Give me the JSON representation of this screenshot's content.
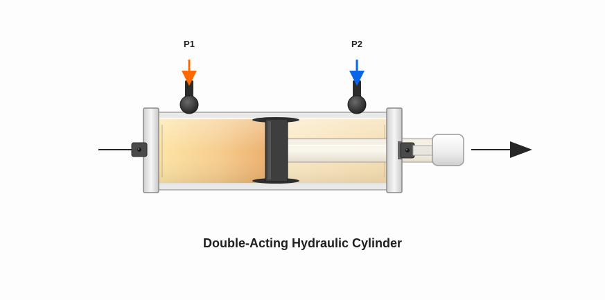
{
  "diagram": {
    "caption": "Double-Acting Hydraulic Cylinder",
    "ports": [
      {
        "label": "P1",
        "arrow_color": "#ff6a00"
      },
      {
        "label": "P2",
        "arrow_color": "#0a64e8"
      }
    ],
    "colors": {
      "fluid": "#f2c07a",
      "piston": "#3e3e3e",
      "frame": "#9a9a9a",
      "arrow": "#262626"
    }
  }
}
